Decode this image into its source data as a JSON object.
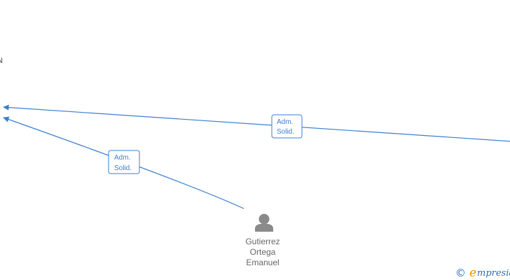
{
  "diagram": {
    "company_node": {
      "label_line_1": "N",
      "label_line_2": "."
    },
    "edges": [
      {
        "label_line_1": "Adm.",
        "label_line_2": "Solid."
      },
      {
        "label_line_1": "Adm.",
        "label_line_2": "Solid."
      }
    ],
    "person": {
      "first": "Gutierrez",
      "middle": "Ortega",
      "last": "Emanuel",
      "icon": "person-icon"
    }
  },
  "watermark": {
    "symbol": "©",
    "brand_initial": "e",
    "brand_rest": "mpresia"
  },
  "colors": {
    "edge": "#3a7fd0",
    "label_text": "#3a7fd0",
    "person_icon": "#8a8a8a",
    "brand_blue": "#2a6db5",
    "brand_orange": "#f08a00"
  }
}
